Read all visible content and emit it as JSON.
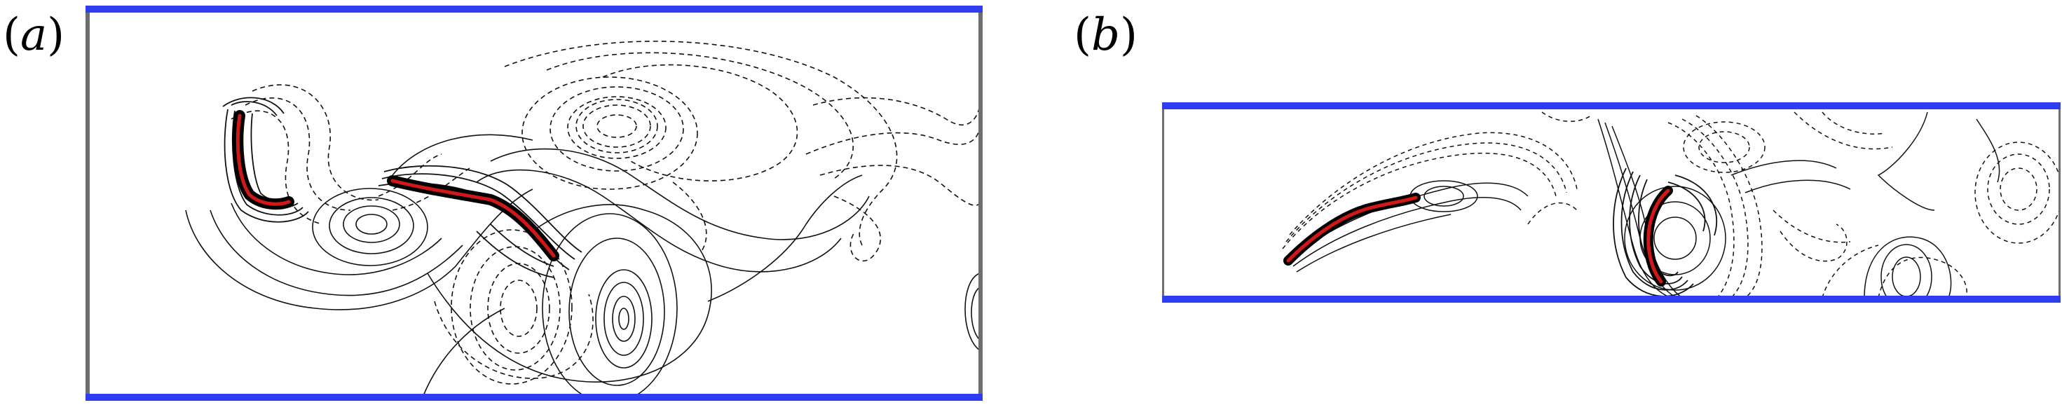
{
  "figure": {
    "panels": [
      {
        "id": "a",
        "label_open": "(",
        "label_letter": "a",
        "label_close": ")"
      },
      {
        "id": "b",
        "label_open": "(",
        "label_letter": "b",
        "label_close": ")"
      }
    ],
    "colors": {
      "wall": "#2f3df0",
      "side_frame": "#6e6e6e",
      "plate": "#d01818",
      "contour": "#111111"
    }
  }
}
